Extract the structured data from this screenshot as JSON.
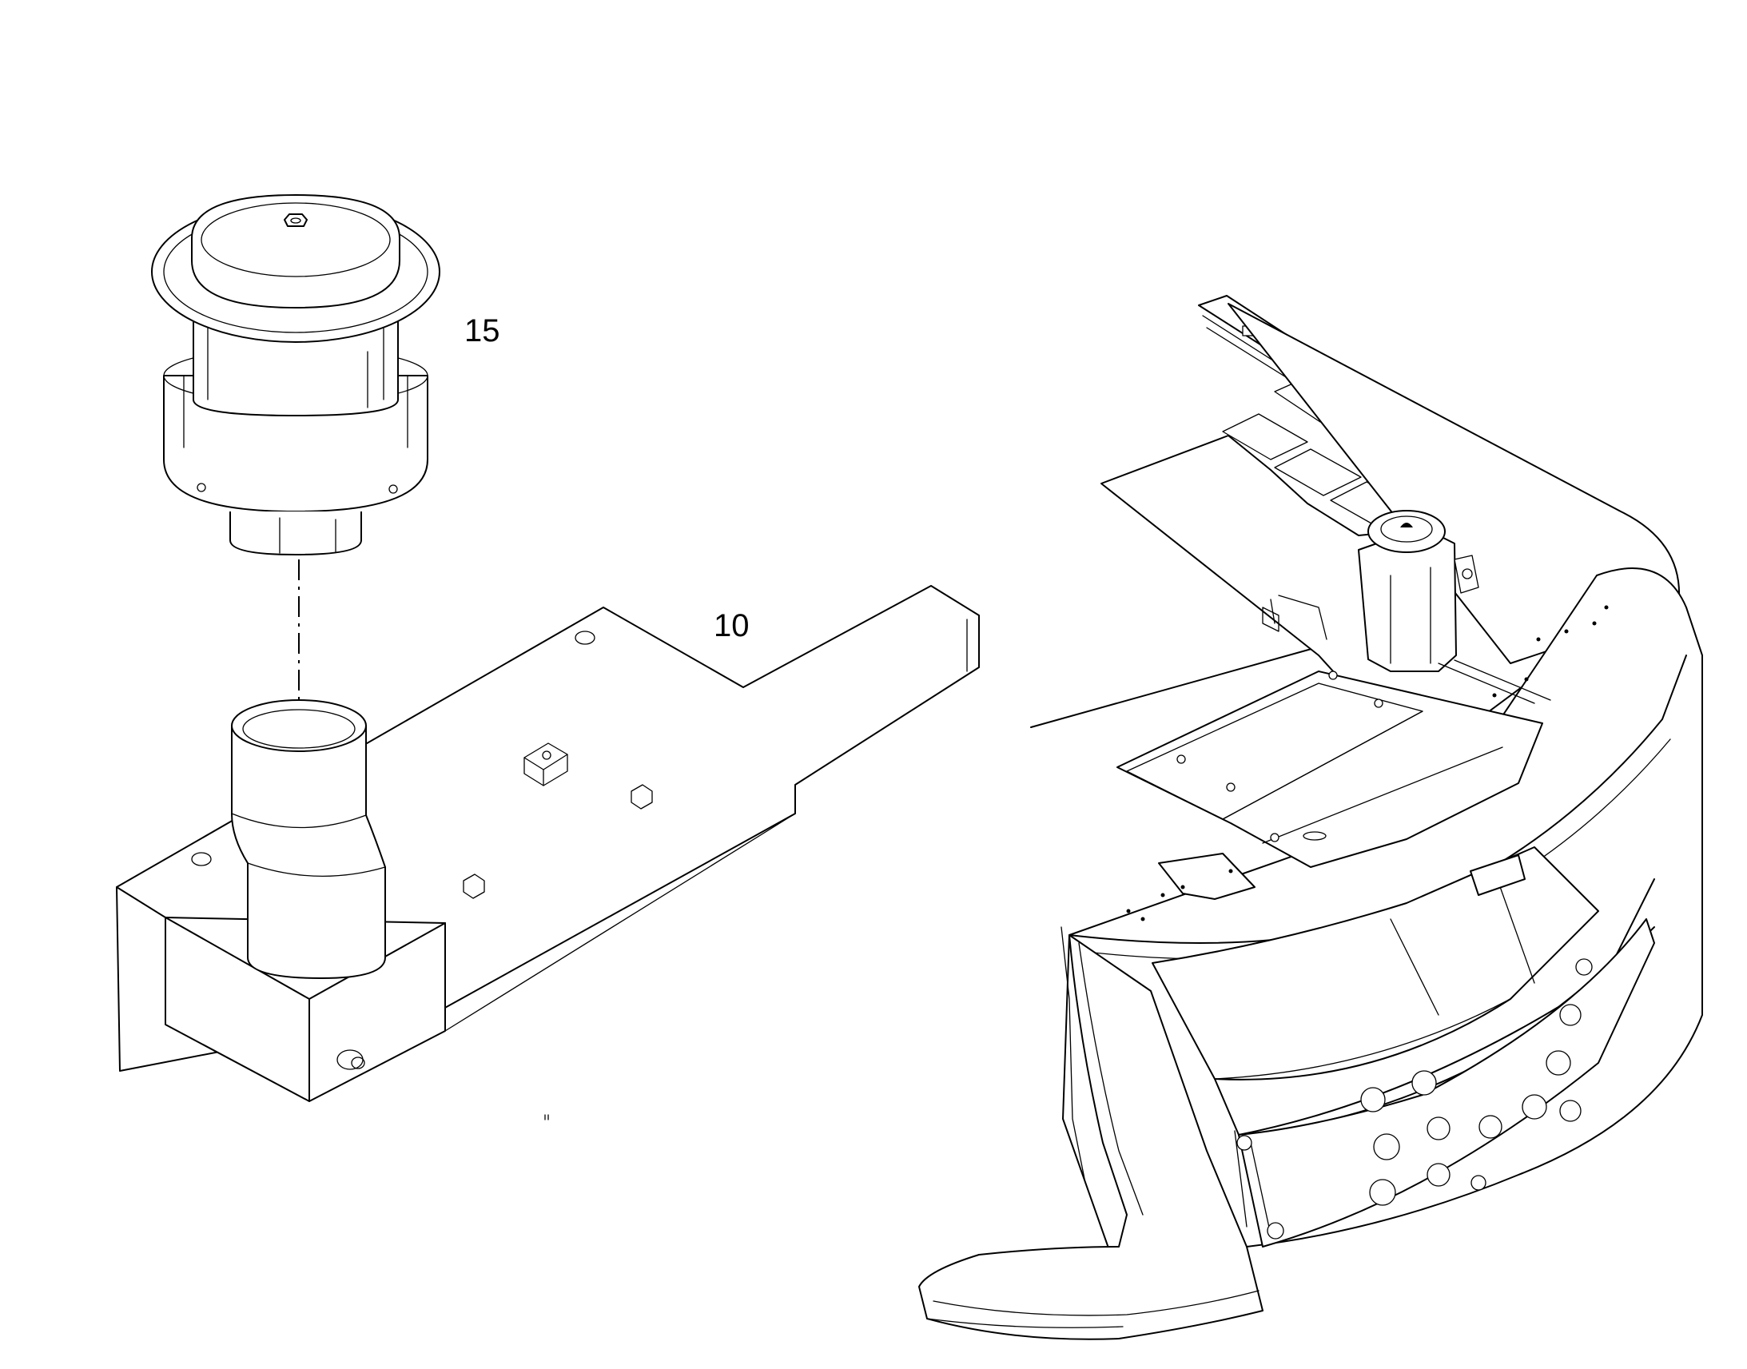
{
  "diagram": {
    "callouts": [
      {
        "id": "15",
        "text": "15"
      },
      {
        "id": "10",
        "text": "10"
      }
    ],
    "line_color": "#000000",
    "background": "#ffffff"
  }
}
